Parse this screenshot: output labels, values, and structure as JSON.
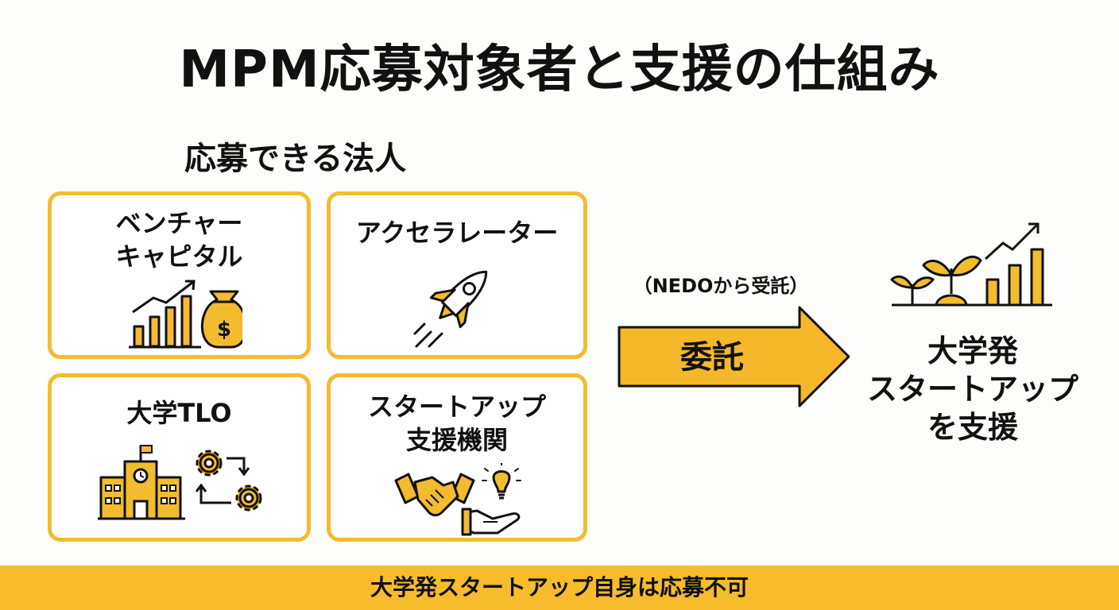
{
  "title": "MPM応募対象者と支援の仕組み",
  "section_label": "応募できる法人",
  "cards": [
    {
      "lines": [
        "ベンチャー",
        "キャピタル"
      ],
      "icon": "money-bag-growth-chart-icon"
    },
    {
      "lines": [
        "アクセラレーター"
      ],
      "icon": "rocket-icon"
    },
    {
      "lines": [
        "大学TLO"
      ],
      "icon": "university-building-gears-icon"
    },
    {
      "lines": [
        "スタートアップ",
        "支援機関"
      ],
      "icon": "handshake-lightbulb-icon"
    }
  ],
  "arrow": {
    "note": "（NEDOから受託）",
    "label": "委託"
  },
  "result": {
    "lines": [
      "大学発",
      "スタートアップ",
      "を支援"
    ],
    "icon": "sprout-growth-chart-icon"
  },
  "footer": "大学発スタートアップ自身は応募不可",
  "colors": {
    "accent": "#f3bc2f",
    "text": "#111111",
    "background": "#fdfdfb"
  }
}
